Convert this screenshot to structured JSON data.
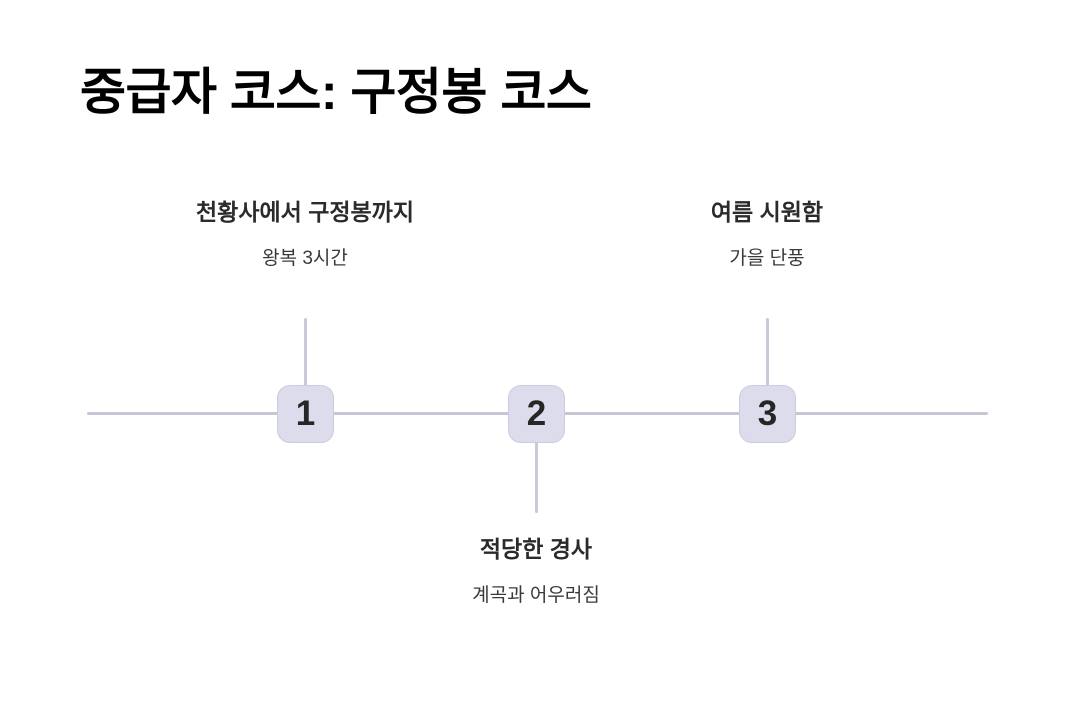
{
  "title": "중급자 코스: 구정봉 코스",
  "theme": {
    "background": "#ffffff",
    "axis_color": "#c6c6d7",
    "stem_color": "#c9c9da",
    "marker_fill": "#dcdcec",
    "marker_border": "#ccccdf",
    "marker_number_color": "#262626",
    "label_title_color": "#2b2b2b",
    "label_sub_color": "#3a3a3a",
    "title_color": "#000000"
  },
  "timeline": {
    "orientation": "horizontal",
    "milestones": [
      {
        "number": "1",
        "title": "천황사에서 구정봉까지",
        "subtitle": "왕복 3시간",
        "label_position": "above"
      },
      {
        "number": "2",
        "title": "적당한 경사",
        "subtitle": "계곡과 어우러짐",
        "label_position": "below"
      },
      {
        "number": "3",
        "title": "여름 시원함",
        "subtitle": "가을 단풍",
        "label_position": "above"
      }
    ]
  }
}
